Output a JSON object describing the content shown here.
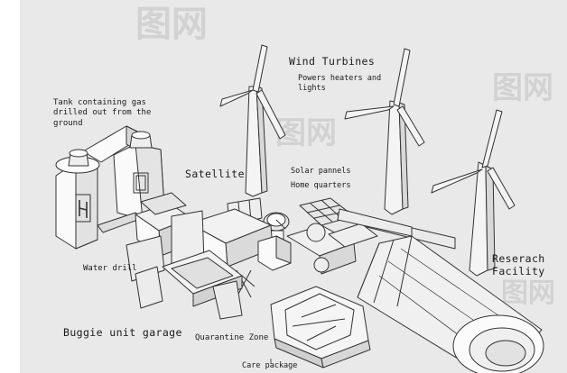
{
  "labels": {
    "wind_turbines": "Wind Turbines",
    "wind_turbines_note": "Powers heaters and\nlights",
    "tank": "Tank containing gas\ndrilled out from the\nground",
    "satellite": "Satellite",
    "solar_pannels": "Solar pannels",
    "home_quarters": "Home quarters",
    "research_facility": "Reserach\nFacility",
    "water_drill": "Water drill",
    "buggie_garage": "Buggie unit garage",
    "quarantine_zone": "Quarantine Zone",
    "care_package": "Care package"
  },
  "watermark": {
    "glyph": "图网",
    "color": "#d2d2d2"
  },
  "colors": {
    "background": "#e9e9e9",
    "stroke": "#333333",
    "fill": "#fafafa",
    "shade": "#cfcfcf"
  }
}
